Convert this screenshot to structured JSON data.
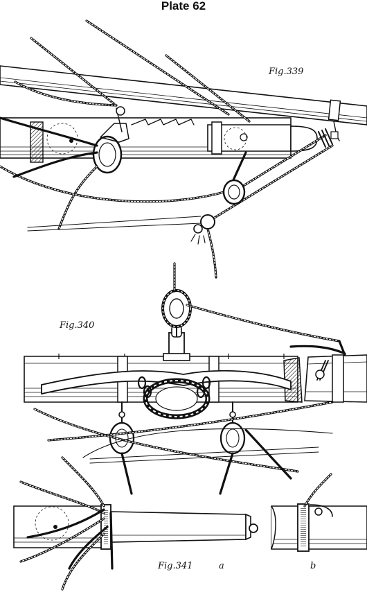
{
  "plate": {
    "title": "Plate 62"
  },
  "figures": {
    "fig339": {
      "label": "Fig.339"
    },
    "fig340": {
      "label": "Fig.340"
    },
    "fig341": {
      "label": "Fig.341",
      "part_a": "a",
      "part_b": "b"
    }
  }
}
